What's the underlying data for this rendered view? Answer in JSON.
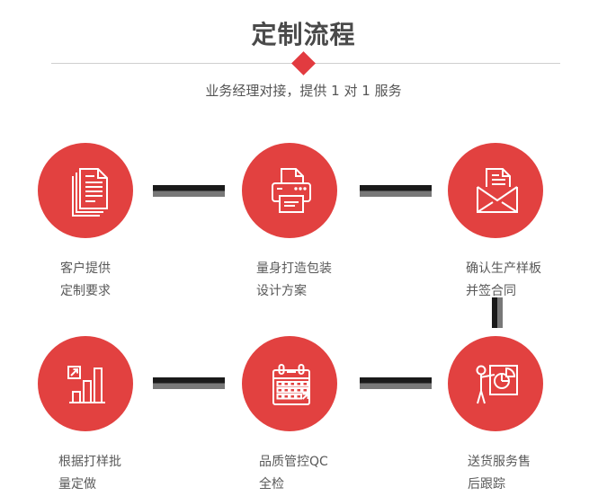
{
  "header": {
    "title": "定制流程",
    "subtitle": "业务经理对接，提供 1 对 1 服务"
  },
  "colors": {
    "accent_red": "#e24140",
    "diamond_red": "#e23b40",
    "divider_gray": "#cfcfcf",
    "connector_dark": "#1a1a1a",
    "connector_gray": "#787878",
    "title_gray": "#4a4a4a",
    "label_gray": "#595959"
  },
  "steps": [
    {
      "icon": "documents-icon",
      "label_line1": "客户提供",
      "label_line2": "定制要求"
    },
    {
      "icon": "printer-icon",
      "label_line1": "量身打造包装",
      "label_line2": "设计方案"
    },
    {
      "icon": "envelope-icon",
      "label_line1": "确认生产样板",
      "label_line2": "并签合同"
    },
    {
      "icon": "bar-chart-icon",
      "label_line1": "根据打样批",
      "label_line2": "量定做"
    },
    {
      "icon": "calendar-icon",
      "label_line1": "品质管控QC",
      "label_line2": "全检"
    },
    {
      "icon": "presenter-icon",
      "label_line1": "送货服务售",
      "label_line2": "后跟踪"
    }
  ]
}
